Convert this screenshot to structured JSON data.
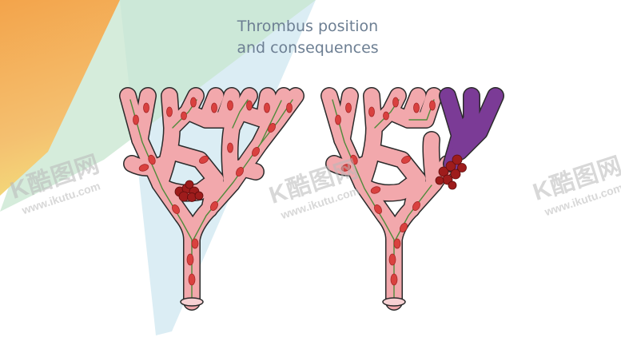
{
  "title": {
    "line1": "Thrombus position",
    "line2": "and consequences"
  },
  "watermark": {
    "brand": "K酷图网",
    "url": "www.ikutu.com"
  },
  "colors": {
    "vessel_fill": "#f2a8ac",
    "vessel_outline": "#2b2b2b",
    "rbc": "#d9413f",
    "rbc_core": "#b32a2a",
    "flow_arrow": "#4f8a3a",
    "thrombus": "#9e1c1c",
    "blocked_vessel": "#7b3b96",
    "bg_orange": "#f4b25a",
    "bg_green": "#bfe0c9",
    "bg_blue": "#cfe6f1"
  }
}
